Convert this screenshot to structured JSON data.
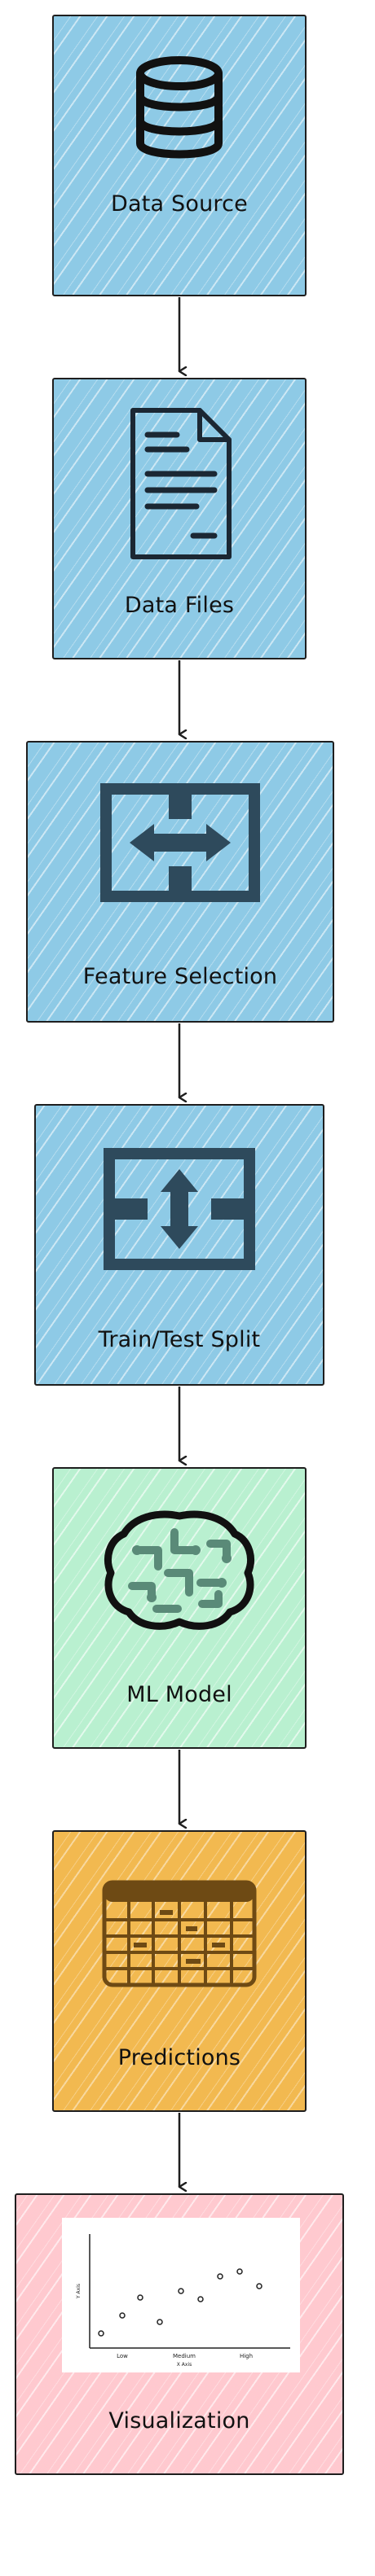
{
  "diagram": {
    "nodes": [
      {
        "id": "data-source",
        "label": "Data Source",
        "icon": "database-icon",
        "color": "#8ecae6"
      },
      {
        "id": "data-files",
        "label": "Data Files",
        "icon": "document-icon",
        "color": "#8ecae6"
      },
      {
        "id": "feature-selection",
        "label": "Feature Selection",
        "icon": "horizontal-split-icon",
        "color": "#8ecae6"
      },
      {
        "id": "train-test-split",
        "label": "Train/Test Split",
        "icon": "vertical-split-icon",
        "color": "#8ecae6"
      },
      {
        "id": "ml-model",
        "label": "ML Model",
        "icon": "brain-icon",
        "color": "#b9f0d0"
      },
      {
        "id": "predictions",
        "label": "Predictions",
        "icon": "table-icon",
        "color": "#f2b950"
      },
      {
        "id": "visualization",
        "label": "Visualization",
        "icon": "scatter-plot-icon",
        "color": "#ffc9cf"
      }
    ],
    "edges": [
      [
        "data-source",
        "data-files"
      ],
      [
        "data-files",
        "feature-selection"
      ],
      [
        "feature-selection",
        "train-test-split"
      ],
      [
        "train-test-split",
        "ml-model"
      ],
      [
        "ml-model",
        "predictions"
      ],
      [
        "predictions",
        "visualization"
      ]
    ],
    "mini_plot": {
      "xlabel": "X Axis",
      "ylabel": "Y Axis",
      "x_ticks": [
        "Low",
        "Medium",
        "High"
      ]
    }
  }
}
